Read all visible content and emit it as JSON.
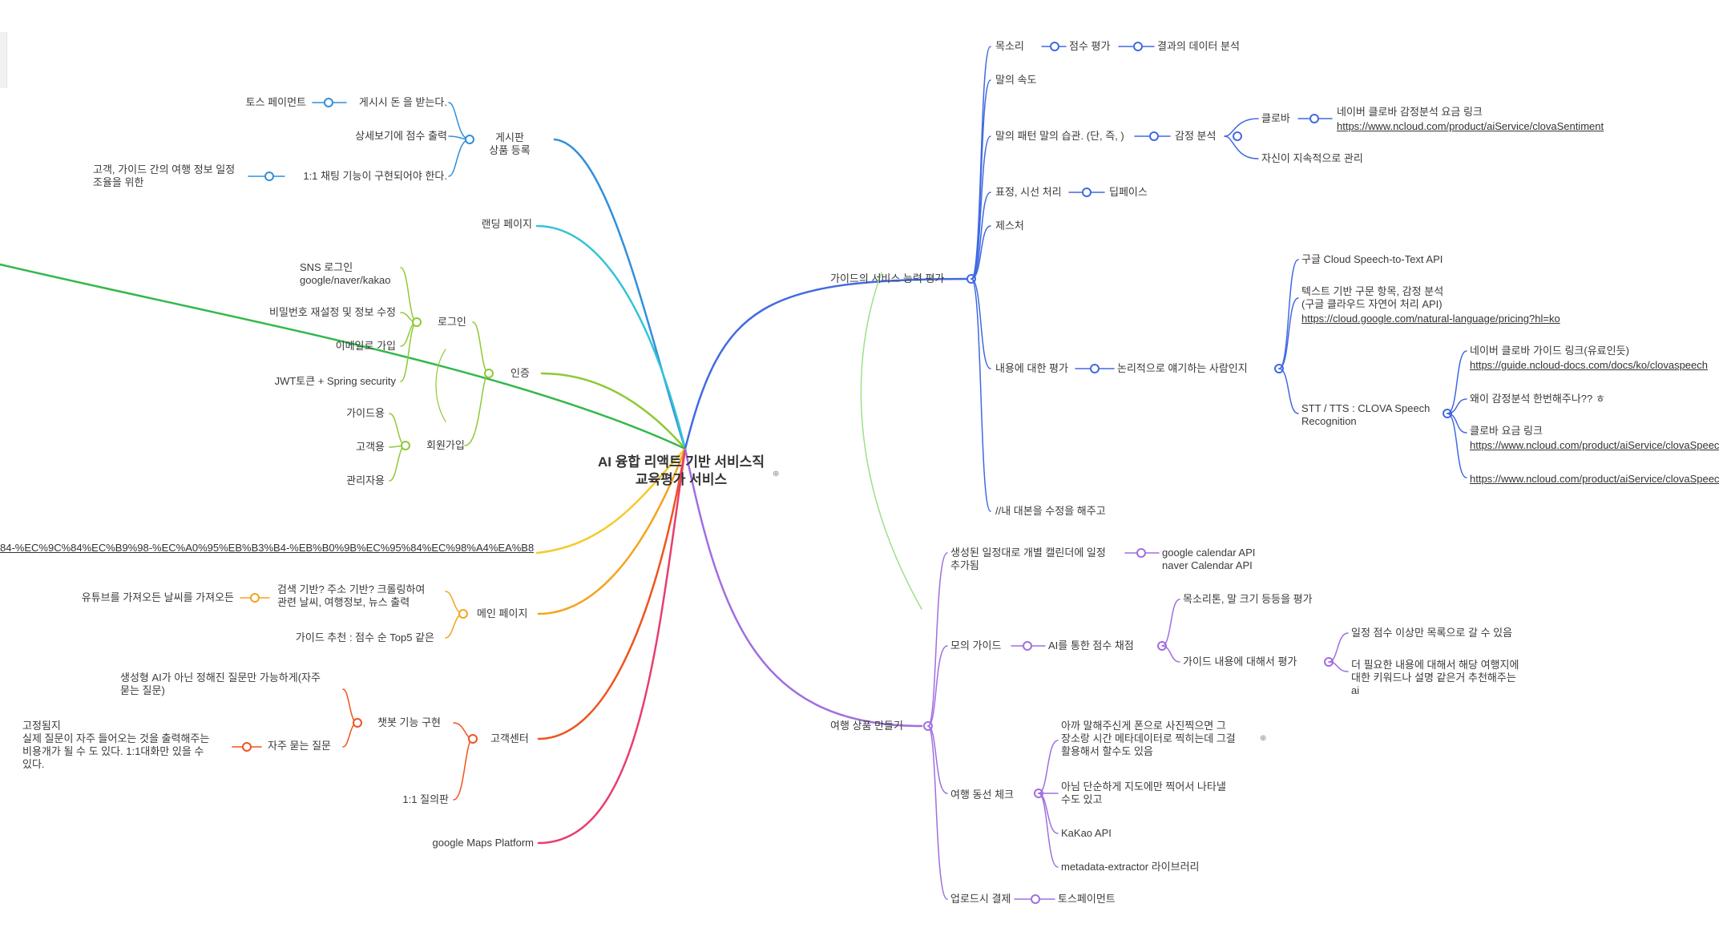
{
  "center": {
    "line1": "AI 융합 리액트 기반 서비스직",
    "line2": "교육평가 서비스"
  },
  "colors": {
    "blue": "#2f8fdc",
    "cyan": "#33c4d6",
    "lime": "#8ec935",
    "yellow": "#f4cb2c",
    "orange": "#f4a41c",
    "red": "#f0521e",
    "pink": "#e83d6e",
    "guide": "#4169e1",
    "travel": "#a06ee0",
    "green": "#33b84a"
  },
  "left": {
    "board": {
      "label": "게시판\n상품 등록",
      "items": [
        "게시시 돈 을 받는다.",
        "상세보기에 점수 출력",
        "1:1 채팅 기능이 구현되어야 한다."
      ],
      "toss": "토스 페이먼트",
      "chat_reason": "고객, 가이드 간의 여행 정보 일정\n조율을 위한"
    },
    "landing": "랜딩 페이지",
    "auth": {
      "label": "인증",
      "login": {
        "label": "로그인",
        "items": [
          "SNS 로그인\ngoogle/naver/kakao",
          "비밀번호 재설정 및 정보 수정",
          "이메일로 가입",
          "JWT토큰 + Spring security"
        ]
      },
      "signup": {
        "label": "회원가입",
        "items": [
          "가이드용",
          "고객용",
          "관리자용"
        ]
      }
    },
    "url_fragment": "84-%EC%9C%84%EC%B9%98-%EC%A0%95%EB%B3%B4-%EB%B0%9B%EC%95%84%EC%98%A4%EA%B8%B0",
    "main": {
      "label": "메인 페이지",
      "search": "검색 기반? 주소 기반? 크롤링하여\n관련 날씨, 여행정보, 뉴스 출력",
      "youtube": "유튜브를 가져오든 날씨를 가져오든",
      "recommend": "가이드 추천 : 점수 순 Top5 같은"
    },
    "cs": {
      "label": "고객센터",
      "chatbot": "챗봇 기능 구현",
      "chatbot_note": "생성형 AI가 아닌 정해진 질문만 가능하게(자주\n묻는 질문)",
      "faq": "자주 묻는 질문",
      "faq_note": "고정됨지\n실제 질문이 자주 들어오는 것을 출력해주는\n비용개가 될 수 도 있다. 1:1대화만 있을 수\n있다.",
      "one2one": "1:1 질의판"
    },
    "maps": "google Maps Platform"
  },
  "guide": {
    "label": "가이드의 서비스 능력 평가",
    "voice": "목소리",
    "voice_score": "점수 평가",
    "voice_result": "결과의 데이터 분석",
    "speed": "말의 속도",
    "pattern": "말의 패턴 말의 습관. (단, 즉, )",
    "sentiment": "감정 분석",
    "clova": "클로바",
    "clova_link_title": "네이버 클로바 감정분석 요금 링크",
    "clova_link": "https://www.ncloud.com/product/aiService/clovaSentiment",
    "self_manage": "자신이 지속적으로 관리",
    "face": "표정, 시선 처리",
    "deepface": "딥페이스",
    "gesture": "제스처",
    "content": "내용에 대한 평가",
    "logical": "논리적으로 얘기하는 사람인지",
    "stt_google": "구글 Cloud Speech-to-Text API",
    "nl": "텍스트 기반 구문 항목, 감정 분석\n(구글 클라우드 자연어 처리 API)",
    "nl_link": "https://cloud.google.com/natural-language/pricing?hl=ko",
    "clova_speech": "STT / TTS : CLOVA Speech\nRecognition",
    "clova_guide_title": "네이버 클로바 가이드 링크(유료인듯)",
    "clova_guide_link": "https://guide.ncloud-docs.com/docs/ko/clovaspeech",
    "why_sentiment": "왜이 감정분석 한번해주나?? ㅎ",
    "clova_price_title": "클로바 요금 링크",
    "clova_price_link": "https://www.ncloud.com/product/aiService/clovaSpeech",
    "clova_extra_link": "https://www.ncloud.com/product/aiService/clovaSpeech",
    "script": "//내 대본을 수정을 해주고"
  },
  "travel": {
    "label": "여행 상품 만들기",
    "calendar": "생성된 일정대로 개별 캘린더에 일정\n추가됨",
    "calendar_api": "google calendar API\nnaver Calendar API",
    "mock": "모의 가이드",
    "ai_score": "AI를 통한 점수 채점",
    "voice_eval": "목소리톤, 말 크기 등등을 평가",
    "content_eval": "가이드 내용에 대해서 평가",
    "threshold": "일정 점수 이상만 목록으로 갈 수 있음",
    "more": "더 필요한 내용에 대해서 해당 여행지에\n대한 키워드나 설명 같은거 추천해주는\nai",
    "route": "여행 동선 체크",
    "photo": "아까 말해주신게 폰으로 사진찍으면 그\n장소랑 시간 메타데이터로 찍히는데 그걸\n활용해서 할수도 있음",
    "map_only": "아님 단순하게 지도에만 찍어서 나타낼\n수도 있고",
    "kakao": "KaKao API",
    "meta": "metadata-extractor 라이브러리",
    "pay": "업로드시 결제",
    "toss": "토스페이먼트"
  }
}
